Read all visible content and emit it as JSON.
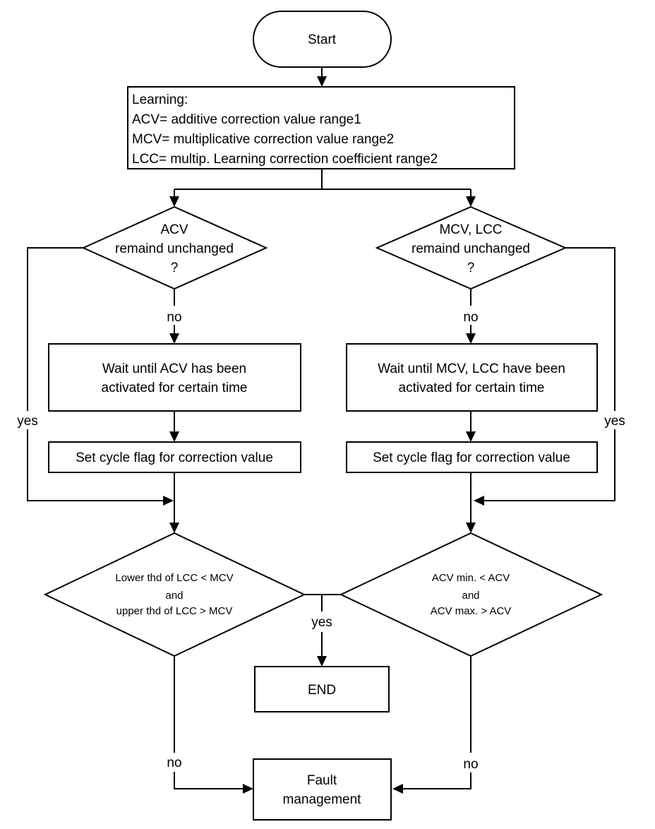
{
  "diagram": {
    "start": "Start",
    "learning": {
      "lines": [
        "Learning:",
        "ACV= additive correction value range1",
        "MCV= multiplicative correction value range2",
        "LCC= multip. Learning correction coefficient range2"
      ]
    },
    "decision_left": {
      "lines": [
        "ACV",
        "remaind unchanged",
        "?"
      ]
    },
    "decision_right": {
      "lines": [
        "MCV, LCC",
        "remaind unchanged",
        "?"
      ]
    },
    "label_no_left": "no",
    "label_no_right": "no",
    "label_yes_left": "yes",
    "label_yes_right": "yes",
    "wait_left": {
      "lines": [
        "Wait until ACV has been",
        "activated for certain time"
      ]
    },
    "wait_right": {
      "lines": [
        "Wait until MCV, LCC have been",
        "activated for certain time"
      ]
    },
    "setflag_left": "Set cycle flag for correction value",
    "setflag_right": "Set cycle flag for correction value",
    "check_left": {
      "lines": [
        "Lower thd of LCC < MCV",
        "and",
        "upper thd of LCC > MCV"
      ]
    },
    "check_right": {
      "lines": [
        "ACV min. < ACV",
        "and",
        "ACV max. > ACV"
      ]
    },
    "label_yes_end": "yes",
    "end": "END",
    "label_no_bottom_left": "no",
    "label_no_bottom_right": "no",
    "fault": {
      "lines": [
        "Fault",
        "management"
      ]
    }
  }
}
